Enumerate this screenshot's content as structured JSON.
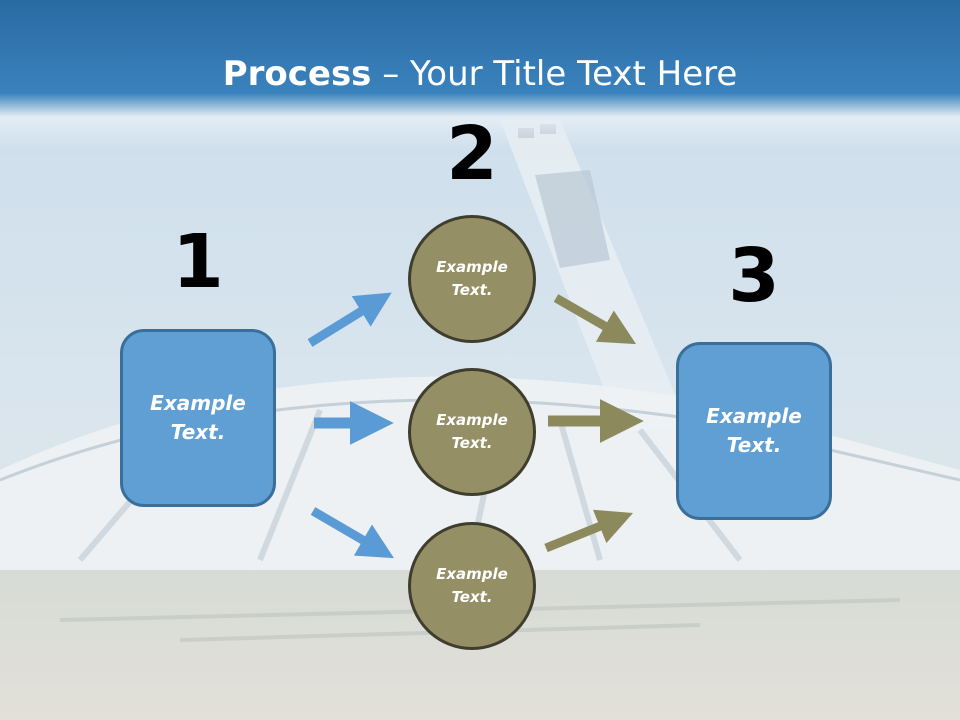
{
  "title": {
    "bold": "Process",
    "rest": " – Your Title Text Here"
  },
  "steps": {
    "one": "1",
    "two": "2",
    "three": "3"
  },
  "boxes": {
    "left": "Example\nText.",
    "right": "Example\nText."
  },
  "circles": {
    "top": "Example\nText.",
    "middle": "Example\nText.",
    "bottom": "Example\nText."
  },
  "colors": {
    "blue_box": "#5f9fd4",
    "olive_circle": "#958f66",
    "blue_arrow": "#5b9bd5",
    "olive_arrow": "#8c8a5c"
  }
}
